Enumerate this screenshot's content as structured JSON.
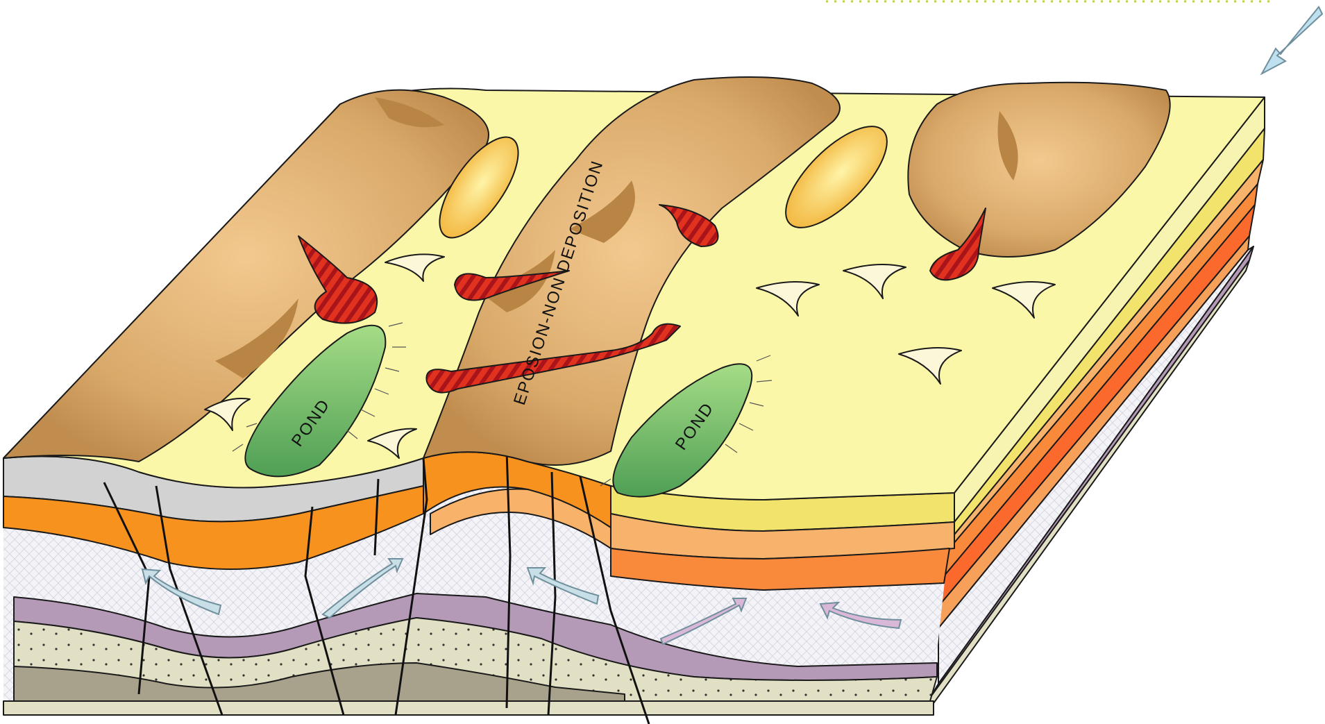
{
  "labels": {
    "erosion": "EPOSION-NON DEPOSITION",
    "pond_left": "POND",
    "pond_right": "POND"
  },
  "colors": {
    "plain": "#fbf7a8",
    "plain_dark": "#f1ea78",
    "ridge": "#d9a96a",
    "ridge_dark": "#b98545",
    "pond": "#7cc168",
    "fan": "#e0321e",
    "grey_layer": "#d2d2d2",
    "orange_layer": "#f7921e",
    "white_layer": "#f4f4f8",
    "purple_layer": "#b49ab6",
    "sand_layer": "#e2e0c4",
    "dark_sand_layer": "#a8a28c",
    "flow_arrow": "#c9dfe8",
    "flow_arrow_pink": "#d9b7d6"
  },
  "icons": {
    "wind_arrow": "wind-direction-arrow-icon",
    "crescent_dune": "barchan-dune-icon",
    "flow_arrow": "flow-arrow-icon"
  }
}
